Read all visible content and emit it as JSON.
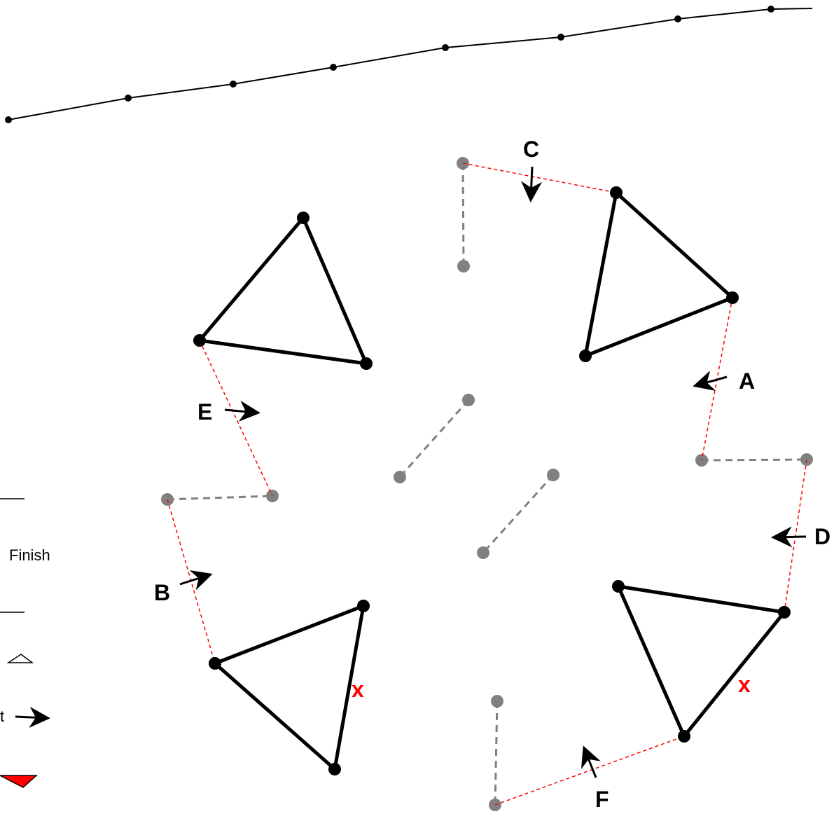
{
  "diagram": {
    "colors": {
      "black": "#000000",
      "gray": "#808080",
      "red": "#ff0000",
      "white": "#ffffff"
    },
    "path_labels": [
      "A",
      "B",
      "C",
      "D",
      "E",
      "F"
    ],
    "x_marks": [
      "x",
      "x"
    ],
    "legend": {
      "finish_label": "Finish",
      "arrow_label_fragment": "t"
    }
  }
}
